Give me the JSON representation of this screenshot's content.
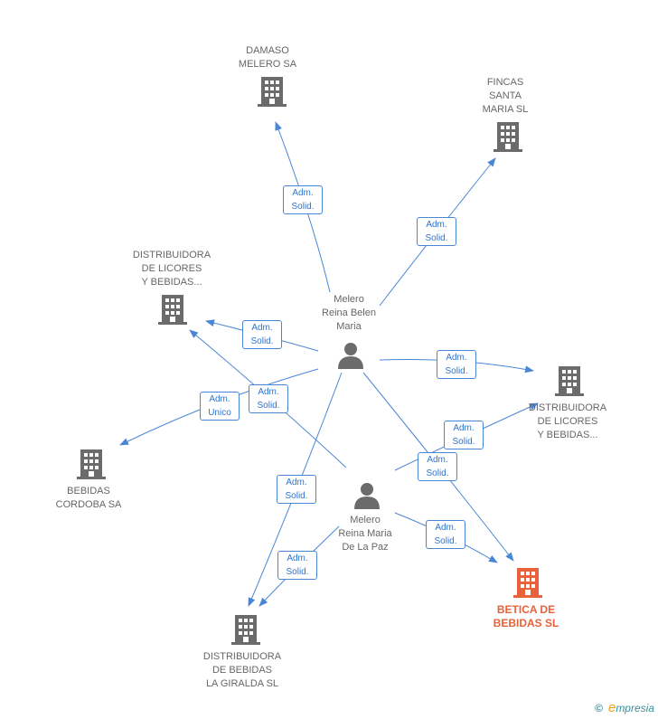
{
  "colors": {
    "edge": "#4a86d6",
    "node": "#6b6b6b",
    "highlight": "#e8623a"
  },
  "nodes": {
    "damaso": {
      "label": "DAMASO\nMELERO SA",
      "icon": "building-icon"
    },
    "fincas": {
      "label": "FINCAS\nSANTA\nMARIA SL",
      "icon": "building-icon"
    },
    "distlicores1": {
      "label": "DISTRIBUIDORA\nDE LICORES\nY BEBIDAS...",
      "icon": "building-icon"
    },
    "belen": {
      "label": "Melero\nReina Belen\nMaria",
      "icon": "person-icon"
    },
    "distlicores2": {
      "label": "DISTRIBUIDORA\nDE LICORES\nY BEBIDAS...",
      "icon": "building-icon"
    },
    "cordoba": {
      "label": "BEBIDAS\nCORDOBA SA",
      "icon": "building-icon"
    },
    "paz": {
      "label": "Melero\nReina Maria\nDe La Paz",
      "icon": "person-icon"
    },
    "betica": {
      "label": "BETICA DE\nBEBIDAS SL",
      "icon": "building-icon"
    },
    "giralda": {
      "label": "DISTRIBUIDORA\nDE BEBIDAS\nLA GIRALDA SL",
      "icon": "building-icon"
    }
  },
  "edges": {
    "e1": "Adm.\nSolid.",
    "e2": "Adm.\nSolid.",
    "e3": "Adm.\nSolid.",
    "e4": "Adm.\nSolid.",
    "e5": "Adm.\nUnico",
    "e6": "Adm.\nSolid.",
    "e7": "Adm.\nSolid.",
    "e8": "Adm.\nSolid.",
    "e9": "Adm.\nSolid.",
    "e10": "Adm.\nSolid.",
    "e11": "Adm.\nSolid."
  },
  "footer": {
    "copyright": "©",
    "brand_initial": "e",
    "brand_rest": "mpresia"
  }
}
